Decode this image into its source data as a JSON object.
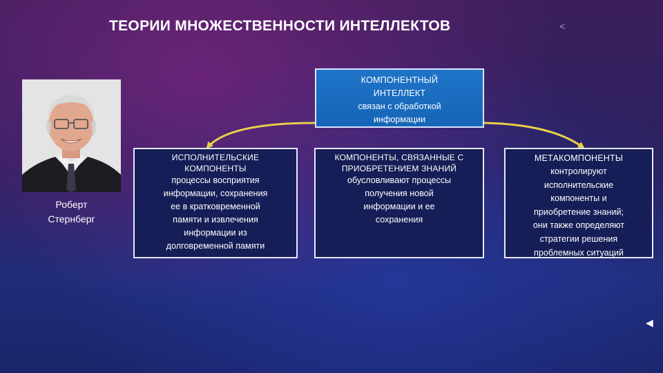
{
  "slide": {
    "title": "ТЕОРИИ МНОЖЕСТВЕННОСТИ ИНТЕЛЛЕКТОВ"
  },
  "person": {
    "name_line1": "Роберт",
    "name_line2": "Стернберг"
  },
  "diagram": {
    "top": {
      "head_line1": "КОМПОНЕНТНЫЙ",
      "head_line2": "ИНТЕЛЛЕКТ",
      "body_line1": "связан с обработкой",
      "body_line2": "информации"
    },
    "children": [
      {
        "head_line1": "ИСПОЛНИТЕЛЬСКИЕ",
        "head_line2": "КОМПОНЕНТЫ",
        "body_lines": [
          "процессы восприятия",
          "информации, сохранения",
          "ее в кратковременной",
          "памяти и извлечения",
          "информации из",
          "долговременной памяти"
        ]
      },
      {
        "head_line1": "КОМПОНЕНТЫ, СВЯЗАННЫЕ С",
        "head_line2": "ПРИОБРЕТЕНИЕМ ЗНАНИЙ",
        "body_lines": [
          "обусловливают процессы",
          "получения новой",
          "информации и ее",
          "сохранения"
        ]
      },
      {
        "head_line1": "МЕТАКОМПОНЕНТЫ",
        "body_lines": [
          "контролируют",
          "исполнительские",
          "компоненты и",
          "приобретение знаний;",
          "они также определяют",
          "стратегии решения",
          "проблемных ситуаций"
        ]
      }
    ]
  },
  "colors": {
    "top_box": "#1f74c8",
    "child_box": "#151e56",
    "arrow": "#e8d04a"
  },
  "icons": {
    "title_chevron": "chevron-left-icon",
    "nav_mark": "arrow-left-icon"
  }
}
